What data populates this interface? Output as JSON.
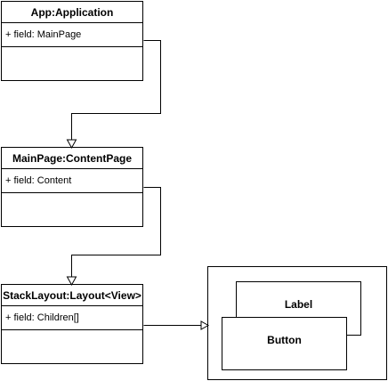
{
  "classes": [
    {
      "title": "App:Application",
      "field": "+ field: MainPage"
    },
    {
      "title": "MainPage:ContentPage",
      "field": "+ field: Content"
    },
    {
      "title": "StackLayout:Layout<View>",
      "field": "+ field: Children[]"
    }
  ],
  "views": {
    "label": "Label",
    "button": "Button"
  }
}
